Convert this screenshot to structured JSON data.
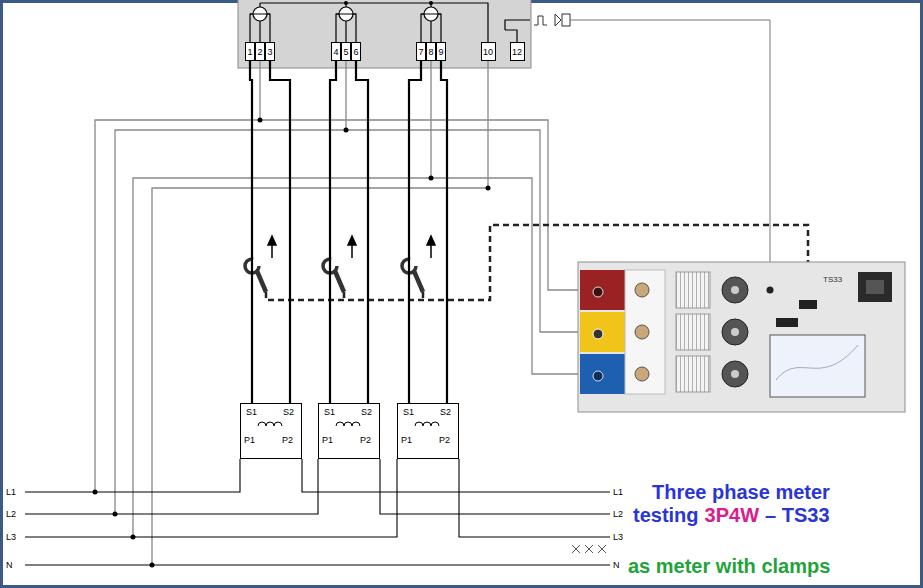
{
  "diagram": {
    "nodes": [
      {
        "text": [
          "1"
        ]
      },
      {
        "text": [
          "2"
        ]
      },
      {
        "text": [
          "3"
        ]
      },
      {
        "text": [
          "4"
        ]
      },
      {
        "text": [
          "5"
        ]
      },
      {
        "text": [
          "6"
        ]
      },
      {
        "text": [
          "7"
        ]
      },
      {
        "text": [
          "8"
        ]
      },
      {
        "text": [
          "9"
        ]
      },
      {
        "text": [
          "10"
        ]
      },
      {
        "text": [
          "12"
        ]
      },
      {
        "text": [
          "S1",
          "S2",
          "P1",
          "P2"
        ]
      },
      {
        "text": [
          "S1",
          "S2",
          "P1",
          "P2"
        ]
      },
      {
        "text": [
          "S1",
          "S2",
          "P1",
          "P2"
        ]
      },
      {
        "text": [
          "TS33"
        ]
      }
    ],
    "edges": [
      {
        "from": 0,
        "to": 11,
        "arrow": "none"
      },
      {
        "from": 2,
        "to": 11,
        "arrow": "none"
      },
      {
        "from": 3,
        "to": 12,
        "arrow": "none"
      },
      {
        "from": 5,
        "to": 12,
        "arrow": "none"
      },
      {
        "from": 6,
        "to": 13,
        "arrow": "none"
      },
      {
        "from": 8,
        "to": 13,
        "arrow": "none"
      }
    ],
    "labels": [
      "L1",
      "L2",
      "L3",
      "N",
      "L1",
      "L2",
      "L3",
      "N",
      "Three phase meter",
      "testing",
      "3P4W",
      "– TS33",
      "as meter with clamps"
    ]
  }
}
